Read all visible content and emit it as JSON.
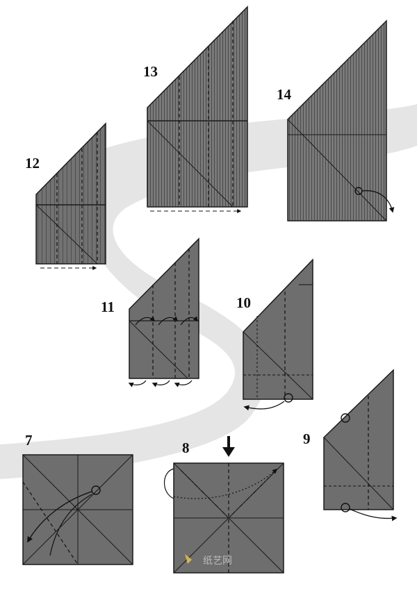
{
  "steps": [
    {
      "number": "12"
    },
    {
      "number": "13"
    },
    {
      "number": "14"
    },
    {
      "number": "11"
    },
    {
      "number": "10"
    },
    {
      "number": "9"
    },
    {
      "number": "7"
    },
    {
      "number": "8"
    }
  ],
  "watermark": {
    "text": "纸艺网"
  },
  "colors": {
    "paper": "#6e6e6e",
    "line": "#1a1a1a",
    "background": "#ffffff",
    "swirl": "#dcdcdc"
  }
}
